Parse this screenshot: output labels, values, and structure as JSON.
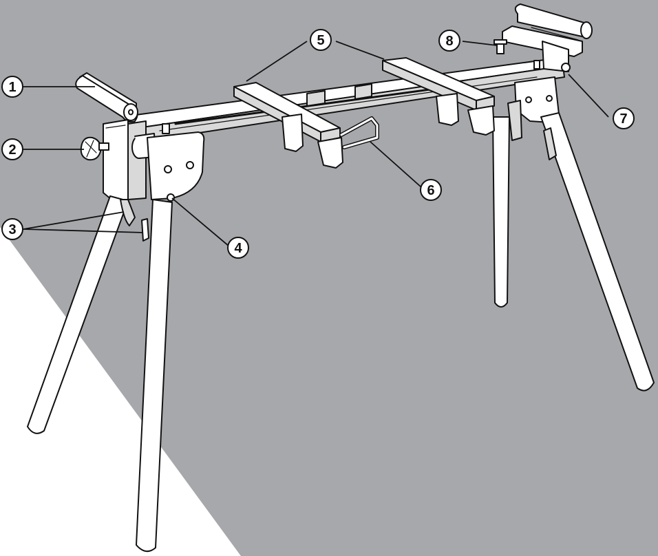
{
  "colors": {
    "background_gray": "#a7a8ab",
    "background_white": "#ffffff",
    "line": "#111111",
    "part_fill": "#ffffff",
    "part_shade": "#d9d9d9"
  },
  "callouts": [
    {
      "id": "callout-1",
      "label": "1"
    },
    {
      "id": "callout-2",
      "label": "2"
    },
    {
      "id": "callout-3",
      "label": "3"
    },
    {
      "id": "callout-4",
      "label": "4"
    },
    {
      "id": "callout-5",
      "label": "5"
    },
    {
      "id": "callout-6",
      "label": "6"
    },
    {
      "id": "callout-7",
      "label": "7"
    },
    {
      "id": "callout-8",
      "label": "8"
    }
  ]
}
